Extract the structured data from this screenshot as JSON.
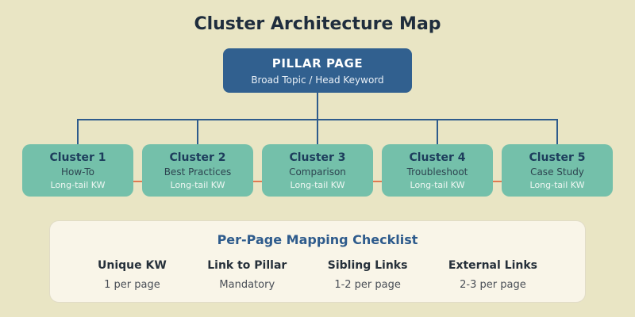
{
  "title": "Cluster Architecture Map",
  "pillar": {
    "title": "PILLAR PAGE",
    "subtitle": "Broad Topic / Head Keyword"
  },
  "clusters": [
    {
      "name": "Cluster 1",
      "type": "How-To",
      "kw": "Long-tail KW"
    },
    {
      "name": "Cluster 2",
      "type": "Best Practices",
      "kw": "Long-tail KW"
    },
    {
      "name": "Cluster 3",
      "type": "Comparison",
      "kw": "Long-tail KW"
    },
    {
      "name": "Cluster 4",
      "type": "Troubleshoot",
      "kw": "Long-tail KW"
    },
    {
      "name": "Cluster 5",
      "type": "Case Study",
      "kw": "Long-tail KW"
    }
  ],
  "checklist": {
    "title": "Per-Page Mapping Checklist",
    "items": [
      {
        "label": "Unique KW",
        "value": "1 per page"
      },
      {
        "label": "Link to Pillar",
        "value": "Mandatory"
      },
      {
        "label": "Sibling Links",
        "value": "1-2 per page"
      },
      {
        "label": "External Links",
        "value": "2-3 per page"
      }
    ]
  },
  "colors": {
    "background": "#e9e5c4",
    "pillar_fill": "#31608f",
    "cluster_fill": "#74c0aa",
    "connector": "#2e5b8c",
    "sibling_dash": "#e07a52",
    "panel_fill": "#f9f5e8",
    "heading_text": "#1f2d3d"
  }
}
